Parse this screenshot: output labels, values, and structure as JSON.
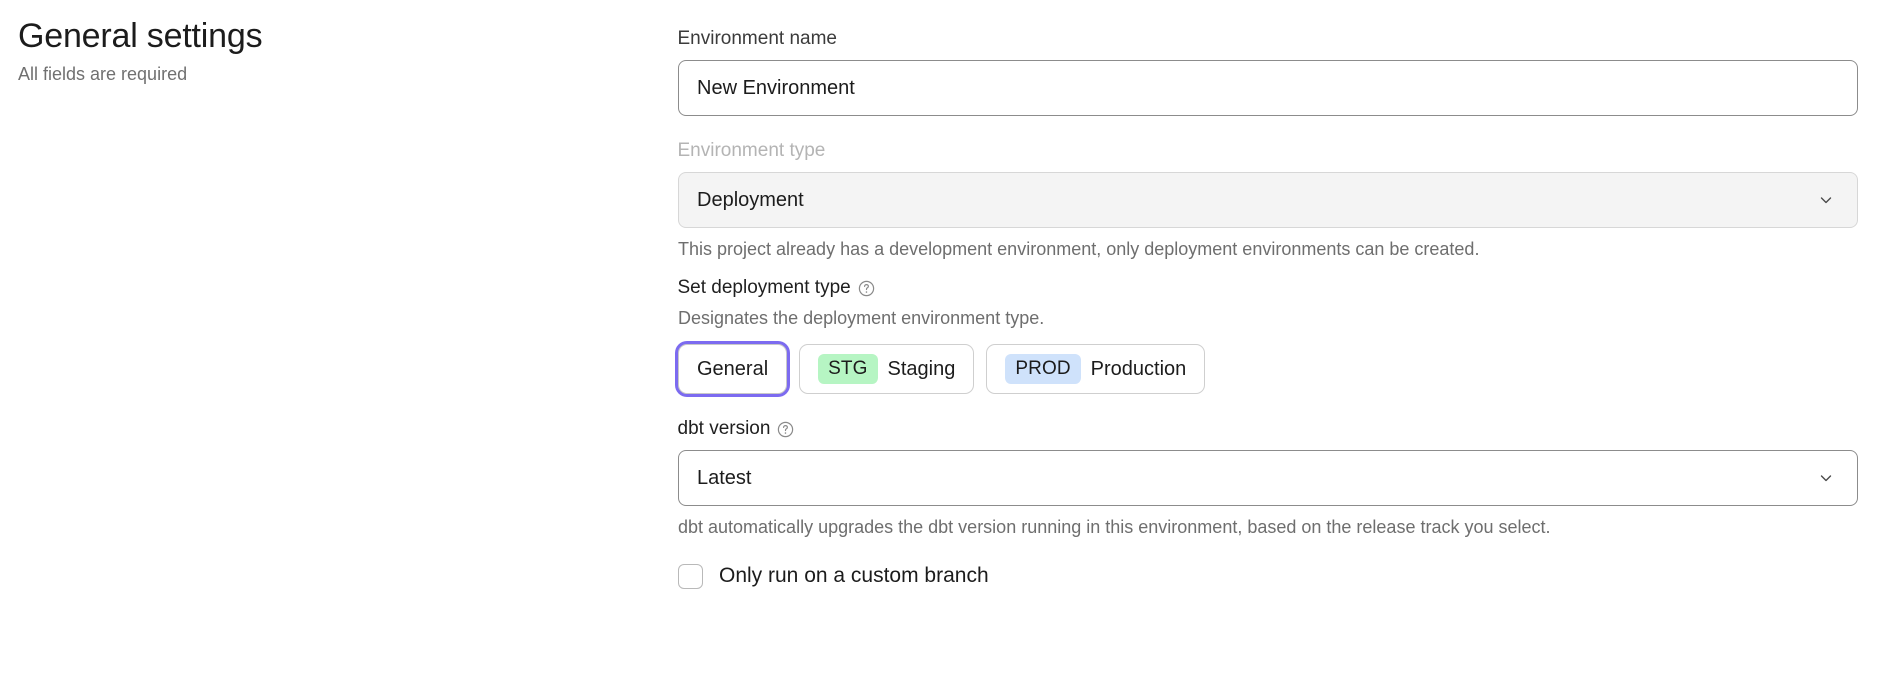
{
  "header": {
    "title": "General settings",
    "subtitle": "All fields are required"
  },
  "form": {
    "environment_name": {
      "label": "Environment name",
      "value": "New Environment",
      "placeholder": "Environment name"
    },
    "environment_type": {
      "label": "Environment type",
      "value": "Deployment",
      "disabled": true,
      "help_text": "This project already has a development environment, only deployment environments can be created.",
      "chevron_icon": "chevron-down-icon"
    },
    "deployment_type": {
      "label": "Set deployment type",
      "help_icon": "question-mark-circle-icon",
      "description": "Designates the deployment environment type.",
      "options": [
        {
          "label": "General",
          "badge": "",
          "badge_kind": "",
          "focused": true
        },
        {
          "label": "Staging",
          "badge": "STG",
          "badge_kind": "stg",
          "focused": false
        },
        {
          "label": "Production",
          "badge": "PROD",
          "badge_kind": "prod",
          "focused": false
        }
      ]
    },
    "dbt_version": {
      "label": "dbt version",
      "help_icon": "question-mark-circle-icon",
      "value": "Latest",
      "chevron_icon": "chevron-down-icon",
      "help_text": "dbt automatically upgrades the dbt version running in this environment, based on the release track you select."
    },
    "custom_branch": {
      "label": "Only run on a custom branch",
      "checked": false
    }
  },
  "colors": {
    "focus_ring": "#7c6bf0",
    "stg_badge": "#b6f5c3",
    "prod_badge": "#cfe2fb",
    "disabled_label": "#b4b4b4",
    "muted_text": "#6e6e6e"
  }
}
